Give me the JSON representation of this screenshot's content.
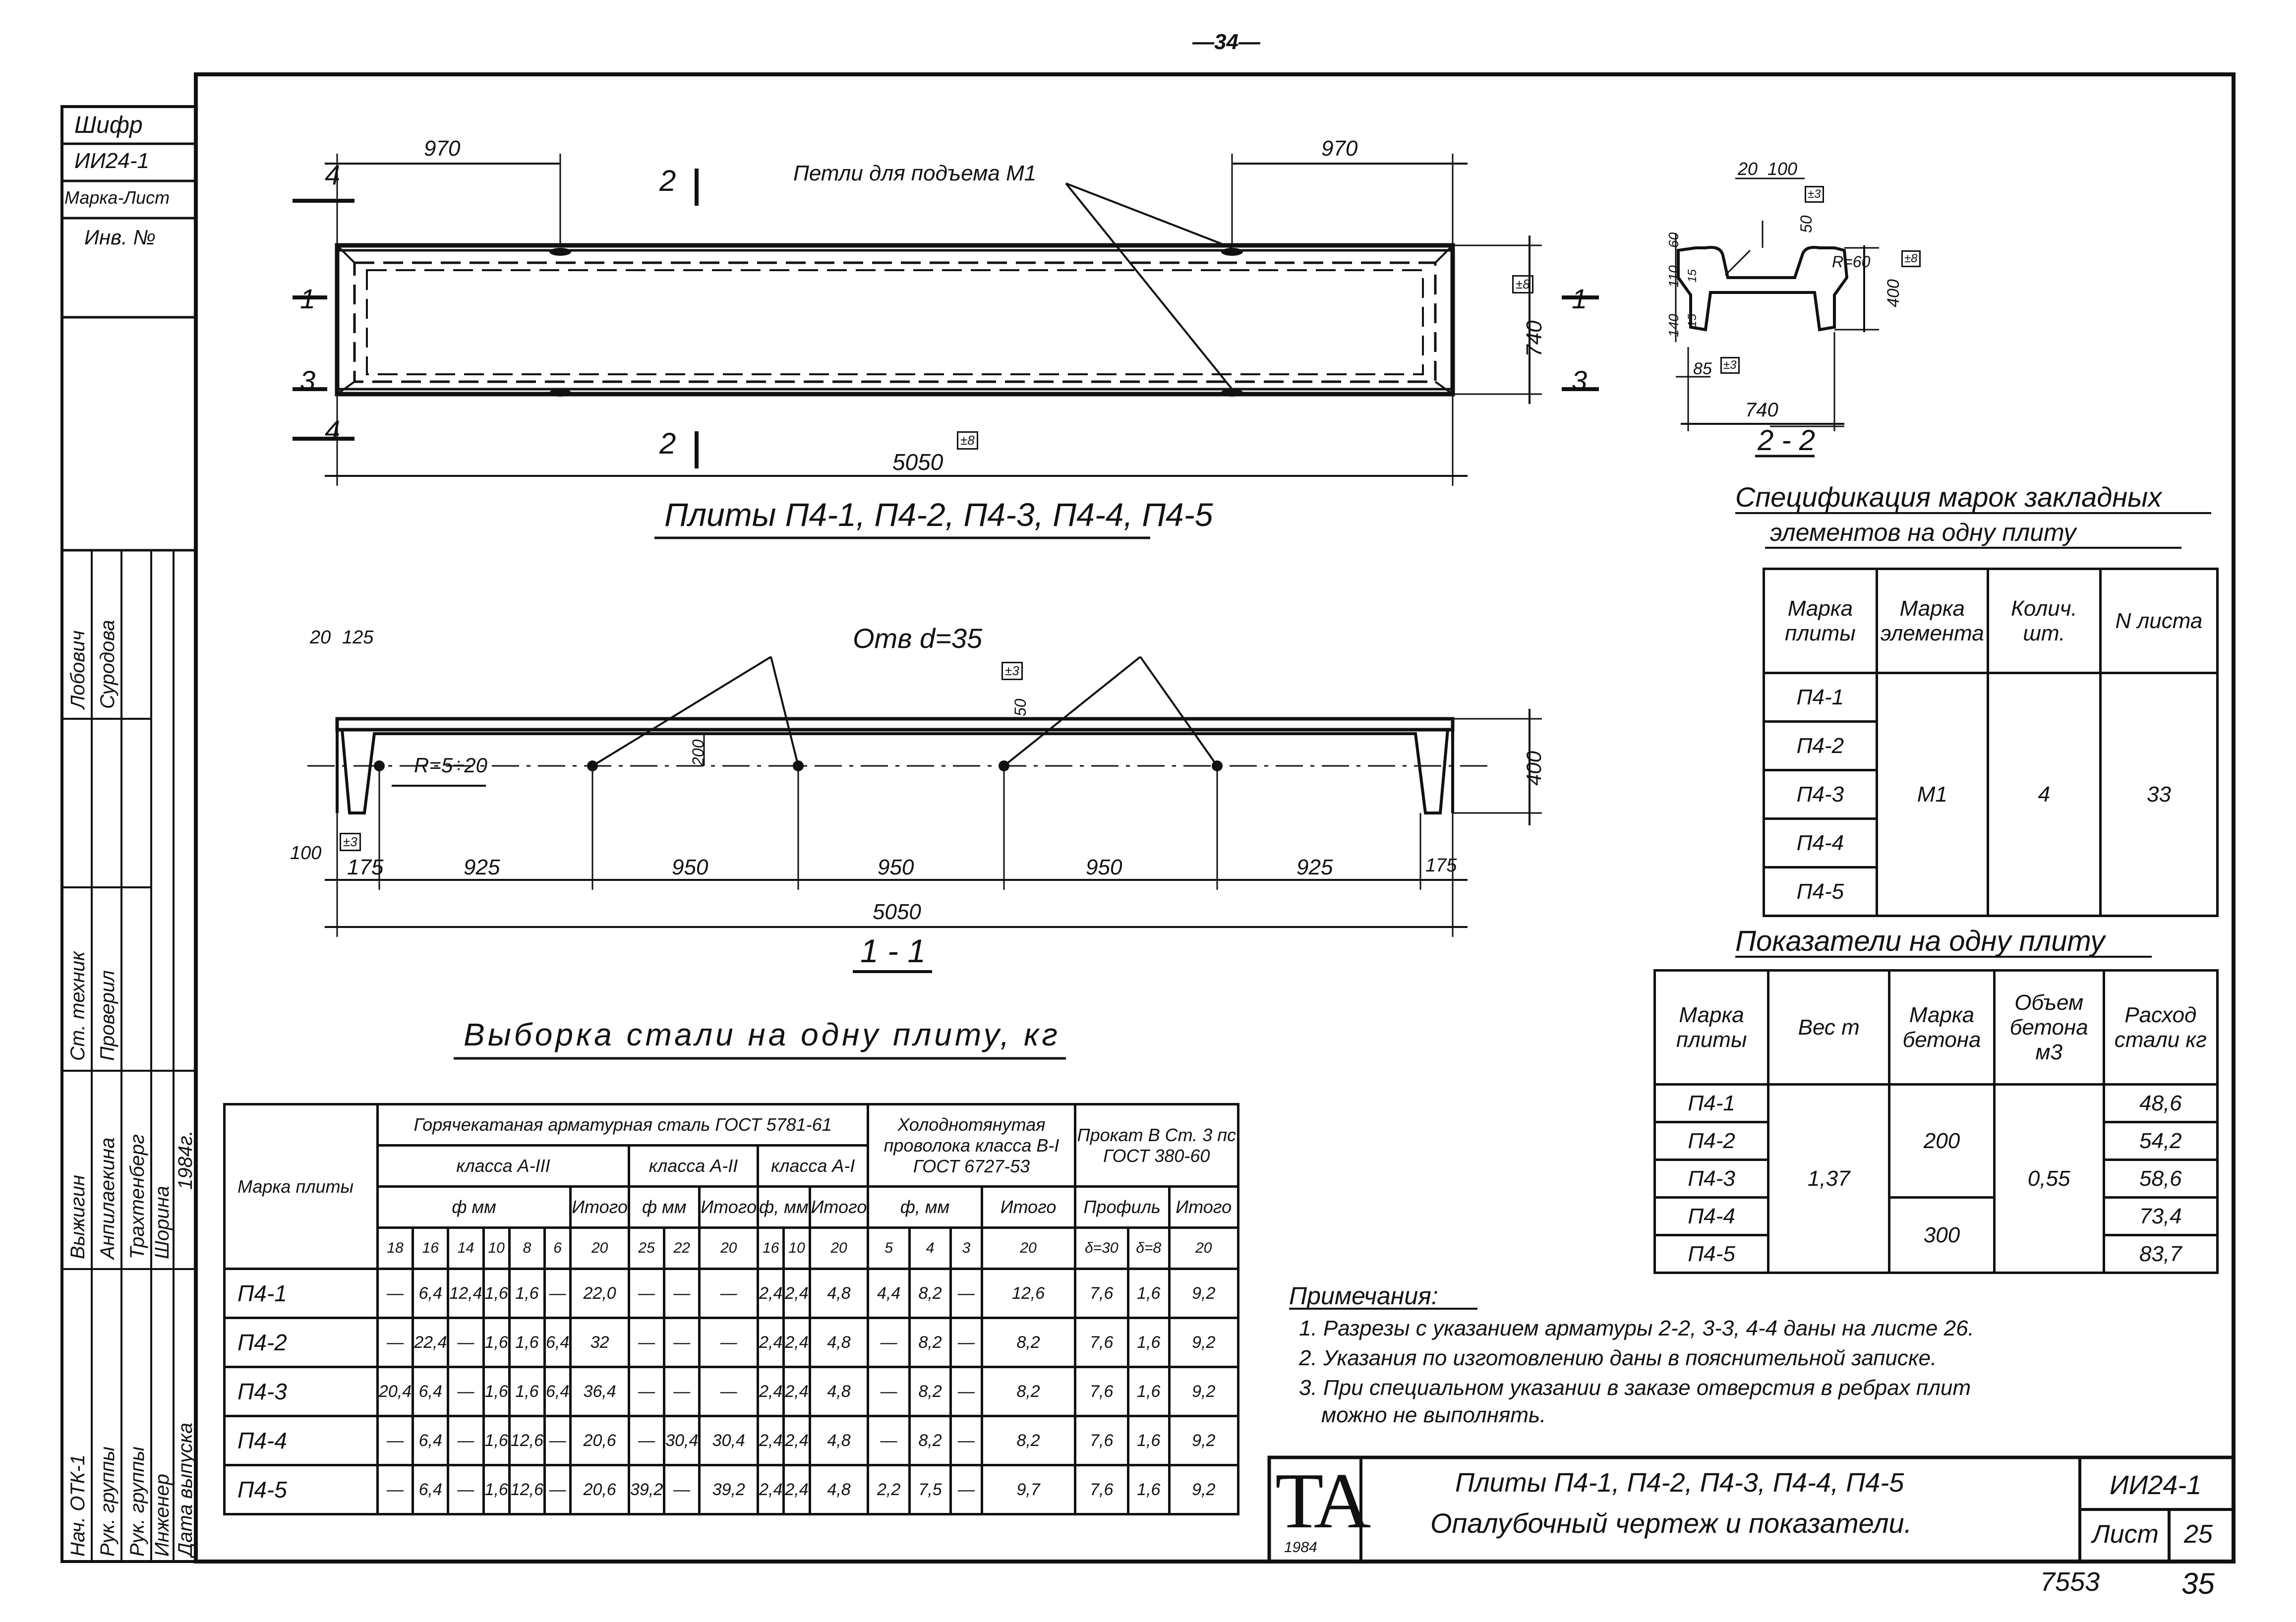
{
  "page_number": "—34—",
  "footer": {
    "left": "7553",
    "right": "35"
  },
  "left_strip": {
    "rows": [
      "Шифр",
      "ИИ24-1",
      "Марка-Лист",
      "Инв. №"
    ],
    "roles": [
      "Нач. ОТК-1",
      "Рук. группы",
      "Рук. группы",
      "Инженер",
      "Дата выпуска"
    ],
    "role_col2": [
      "Выжигин",
      "Анпилаекина",
      "Трахтенберг",
      "Шорина",
      "1984г."
    ],
    "role_col3": [
      "Ст. техник",
      "Проверил"
    ],
    "role_col4": [
      "Лобович",
      "Суродова"
    ]
  },
  "plan": {
    "title": "Плиты П4-1, П4-2, П4-3, П4-4, П4-5",
    "dim_left": "970",
    "dim_right": "970",
    "dim_length": "5050",
    "dim_width": "740",
    "tol": "±8",
    "label_loops": "Петли для подъема М1",
    "cut_1": "1",
    "cut_2": "2",
    "cut_3": "3",
    "cut_4": "4"
  },
  "section11": {
    "title": "1 - 1",
    "label_holes": "Отв d=35",
    "label_radius": "R=5÷20",
    "dims": [
      "175",
      "925",
      "950",
      "950",
      "950",
      "925",
      "175"
    ],
    "dim_total": "5050",
    "dim_20": "20",
    "dim_125": "125",
    "dim_100": "100",
    "dim_50": "50",
    "dim_200": "200",
    "dim_400": "400",
    "tol": "±3"
  },
  "section22": {
    "title": "2 - 2",
    "dims": {
      "a": "20",
      "b": "100",
      "c": "50",
      "r": "R=60",
      "h": "400",
      "w": "740",
      "bottom": "85",
      "s1": "60",
      "s2": "110",
      "s3": "140",
      "s4": "15",
      "s5": "15"
    },
    "tol1": "±3",
    "tol2": "±8",
    "tol3": "±3"
  },
  "spec_table": {
    "title_line1": "Спецификация марок закладных",
    "title_line2": "элементов на одну плиту",
    "headers": [
      "Марка плиты",
      "Марка элемента",
      "Колич. шт.",
      "N листа"
    ],
    "rows": [
      "П4-1",
      "П4-2",
      "П4-3",
      "П4-4",
      "П4-5"
    ],
    "element": "М1",
    "qty": "4",
    "sheet": "33"
  },
  "perf_table": {
    "title": "Показатели на одну плиту",
    "headers": [
      "Марка плиты",
      "Вес т",
      "Марка бетона",
      "Объем бетона м3",
      "Расход стали кг"
    ],
    "rows": [
      "П4-1",
      "П4-2",
      "П4-3",
      "П4-4",
      "П4-5"
    ],
    "weight": "1,37",
    "concrete_a": "200",
    "concrete_b": "300",
    "volume": "0,55",
    "steel": [
      "48,6",
      "54,2",
      "58,6",
      "73,4",
      "83,7"
    ]
  },
  "steel_table": {
    "title": "Выборка стали на одну плиту, кг",
    "brand_header": "Марка плиты",
    "g1_title": "Горячекатаная арматурная сталь ГОСТ 5781-61",
    "g1a_class": "класса А-III",
    "g1b_class": "класса А-II",
    "g1c_class": "класса А-I",
    "g2_title": "Холоднотянутая проволока класса В-I ГОСТ 6727-53",
    "g3_title": "Прокат В Ст. 3 пс ГОСТ 380-60",
    "phi_mm": "ф мм",
    "phi_mm2": "ф, мм",
    "total": "Итого",
    "profile": "Профиль",
    "subheads": [
      "18",
      "16",
      "14",
      "10",
      "8",
      "6",
      "20",
      "25",
      "22",
      "20",
      "16",
      "10",
      "20",
      "5",
      "4",
      "3",
      "20",
      "δ=30",
      "δ=8",
      "20"
    ],
    "rows": [
      {
        "brand": "П4-1",
        "v": [
          "—",
          "6,4",
          "12,4",
          "1,6",
          "1,6",
          "—",
          "22,0",
          "—",
          "—",
          "—",
          "2,4",
          "2,4",
          "4,8",
          "4,4",
          "8,2",
          "—",
          "12,6",
          "7,6",
          "1,6",
          "9,2"
        ]
      },
      {
        "brand": "П4-2",
        "v": [
          "—",
          "22,4",
          "—",
          "1,6",
          "1,6",
          "6,4",
          "32",
          "—",
          "—",
          "—",
          "2,4",
          "2,4",
          "4,8",
          "—",
          "8,2",
          "—",
          "8,2",
          "7,6",
          "1,6",
          "9,2"
        ]
      },
      {
        "brand": "П4-3",
        "v": [
          "20,4",
          "6,4",
          "—",
          "1,6",
          "1,6",
          "6,4",
          "36,4",
          "—",
          "—",
          "—",
          "2,4",
          "2,4",
          "4,8",
          "—",
          "8,2",
          "—",
          "8,2",
          "7,6",
          "1,6",
          "9,2"
        ]
      },
      {
        "brand": "П4-4",
        "v": [
          "—",
          "6,4",
          "—",
          "1,6",
          "12,6",
          "—",
          "20,6",
          "—",
          "30,4",
          "30,4",
          "2,4",
          "2,4",
          "4,8",
          "—",
          "8,2",
          "—",
          "8,2",
          "7,6",
          "1,6",
          "9,2"
        ]
      },
      {
        "brand": "П4-5",
        "v": [
          "—",
          "6,4",
          "—",
          "1,6",
          "12,6",
          "—",
          "20,6",
          "39,2",
          "—",
          "39,2",
          "2,4",
          "2,4",
          "4,8",
          "2,2",
          "7,5",
          "—",
          "9,7",
          "7,6",
          "1,6",
          "9,2"
        ]
      }
    ]
  },
  "notes": {
    "title": "Примечания:",
    "items": [
      "1. Разрезы с указанием арматуры 2-2, 3-3, 4-4 даны на листе 26.",
      "2. Указания по изготовлению даны в пояснительной записке.",
      "3. При специальном указании в заказе отверстия в ребрах плит",
      "можно не выполнять."
    ]
  },
  "title_block": {
    "logo": "ТА",
    "logo_year": "1984",
    "title_line1": "Плиты П4-1, П4-2, П4-3, П4-4, П4-5",
    "title_line2": "Опалубочный чертеж и показатели.",
    "code": "ИИ24-1",
    "sheet_label": "Лист",
    "sheet_num": "25"
  }
}
